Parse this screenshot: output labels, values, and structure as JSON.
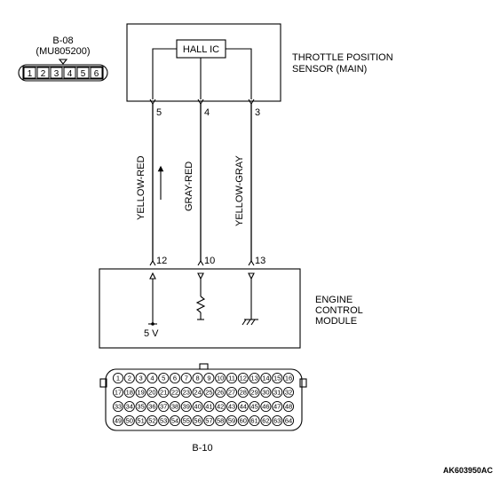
{
  "connector_b08": {
    "name": "B-08",
    "part_number": "(MU805200)",
    "pins": [
      "1",
      "2",
      "3",
      "4",
      "5",
      "6"
    ]
  },
  "sensor": {
    "ic_label": "HALL IC",
    "name_line1": "THROTTLE POSITION",
    "name_line2": "SENSOR (MAIN)"
  },
  "ecm": {
    "name_line1": "ENGINE",
    "name_line2": "CONTROL",
    "name_line3": "MODULE",
    "supply_label": "5 V"
  },
  "wires": [
    {
      "sensor_pin": "5",
      "ecm_pin": "12",
      "color": "YELLOW-RED"
    },
    {
      "sensor_pin": "4",
      "ecm_pin": "10",
      "color": "GRAY-RED"
    },
    {
      "sensor_pin": "3",
      "ecm_pin": "13",
      "color": "YELLOW-GRAY"
    }
  ],
  "connector_b10": {
    "name": "B-10",
    "rows": [
      [
        "1",
        "2",
        "3",
        "4",
        "5",
        "6",
        "7",
        "8",
        "9",
        "10",
        "11",
        "12",
        "13",
        "14",
        "15",
        "16"
      ],
      [
        "17",
        "18",
        "19",
        "20",
        "21",
        "22",
        "23",
        "24",
        "25",
        "26",
        "27",
        "28",
        "29",
        "30",
        "31",
        "32"
      ],
      [
        "33",
        "34",
        "35",
        "36",
        "37",
        "38",
        "39",
        "40",
        "41",
        "42",
        "43",
        "44",
        "45",
        "46",
        "47",
        "48"
      ],
      [
        "49",
        "50",
        "51",
        "52",
        "53",
        "54",
        "55",
        "56",
        "57",
        "58",
        "59",
        "60",
        "61",
        "62",
        "63",
        "64"
      ]
    ]
  },
  "figure_code": "AK603950AC"
}
